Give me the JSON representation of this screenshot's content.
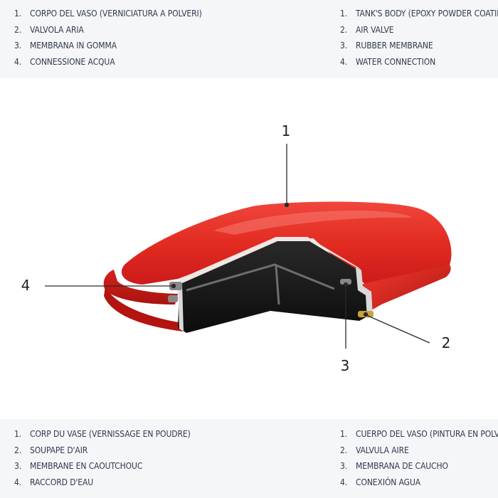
{
  "legend_it": {
    "items": [
      {
        "num": "1.",
        "label": "CORPO DEL VASO (VERNICIATURA A POLVERI)"
      },
      {
        "num": "2.",
        "label": "VALVOLA ARIA"
      },
      {
        "num": "3.",
        "label": "MEMBRANA IN GOMMA"
      },
      {
        "num": "4.",
        "label": "CONNESSIONE ACQUA"
      }
    ]
  },
  "legend_en": {
    "items": [
      {
        "num": "1.",
        "label": "TANK'S BODY (EPOXY POWDER COATING)"
      },
      {
        "num": "2.",
        "label": "AIR VALVE"
      },
      {
        "num": "3.",
        "label": "RUBBER MEMBRANE"
      },
      {
        "num": "4.",
        "label": "WATER CONNECTION"
      }
    ]
  },
  "legend_fr": {
    "items": [
      {
        "num": "1.",
        "label": "CORP DU VASE (VERNISSAGE EN POUDRE)"
      },
      {
        "num": "2.",
        "label": "SOUPAPE D'AIR"
      },
      {
        "num": "3.",
        "label": "MEMBRANE EN CAOUTCHOUC"
      },
      {
        "num": "4.",
        "label": "RACCORD D'EAU"
      }
    ]
  },
  "legend_es": {
    "items": [
      {
        "num": "1.",
        "label": "CUERPO DEL VASO (PINTURA EN POLVO)"
      },
      {
        "num": "2.",
        "label": "VALVULA AIRE"
      },
      {
        "num": "3.",
        "label": "MEMBRANA DE CAUCHO"
      },
      {
        "num": "4.",
        "label": "CONEXIÓN AGUA"
      }
    ]
  },
  "diagram": {
    "callouts": [
      "1",
      "2",
      "3",
      "4"
    ],
    "colors": {
      "tank_red": "#e4261f",
      "interior": "#151515",
      "membrane": "#6e6e6e"
    }
  }
}
